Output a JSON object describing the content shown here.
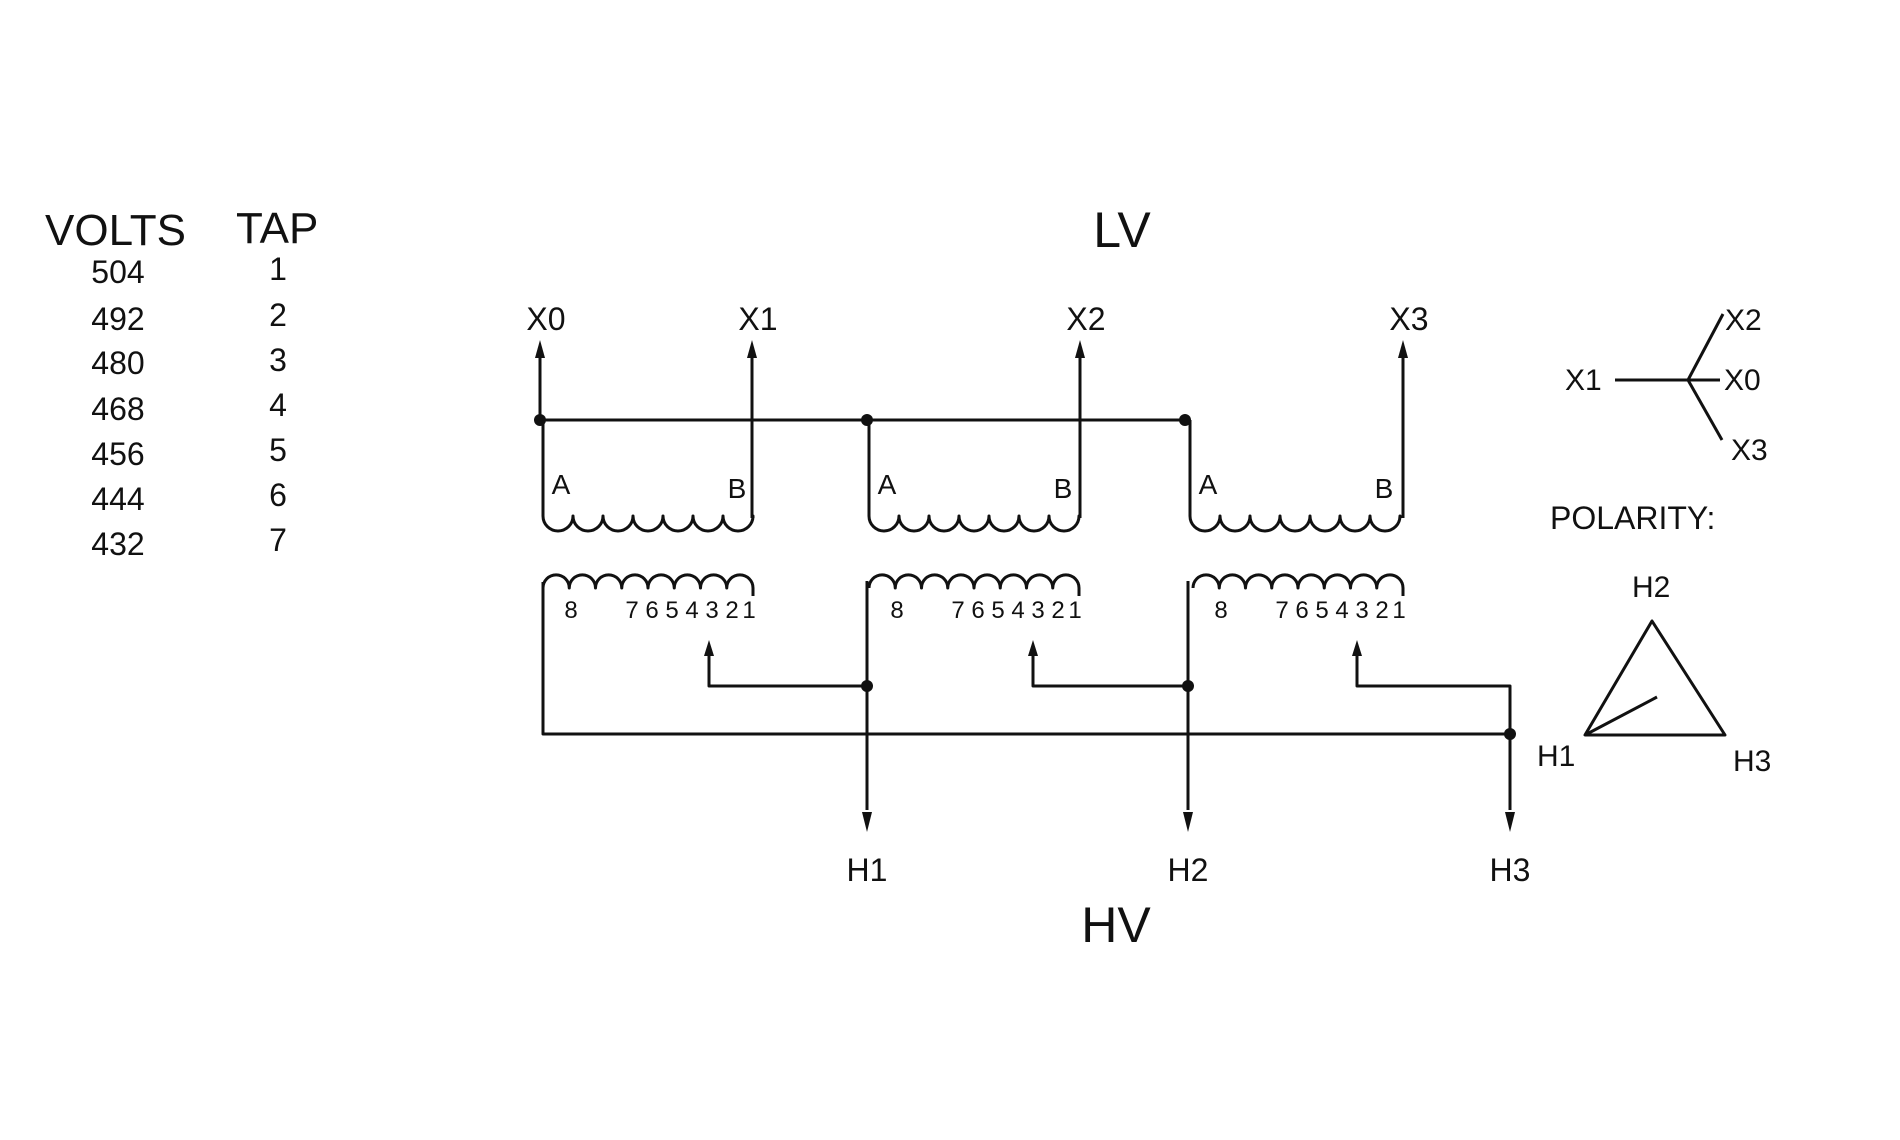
{
  "tap_table": {
    "volts_header": "VOLTS",
    "tap_header": "TAP",
    "rows": [
      {
        "volts": "504",
        "tap": "1"
      },
      {
        "volts": "492",
        "tap": "2"
      },
      {
        "volts": "480",
        "tap": "3"
      },
      {
        "volts": "468",
        "tap": "4"
      },
      {
        "volts": "456",
        "tap": "5"
      },
      {
        "volts": "444",
        "tap": "6"
      },
      {
        "volts": "432",
        "tap": "7"
      }
    ]
  },
  "diagram": {
    "lv_label": "LV",
    "hv_label": "HV",
    "lv_terminals": [
      "X0",
      "X1",
      "X2",
      "X3"
    ],
    "hv_terminals": [
      "H1",
      "H2",
      "H3"
    ],
    "coil_end_a": "A",
    "coil_end_b": "B",
    "primary_taps": [
      "8",
      "7",
      "6",
      "5",
      "4",
      "3",
      "2",
      "1"
    ]
  },
  "polarity": {
    "title": "POLARITY:",
    "wye": {
      "x1": "X1",
      "x2": "X2",
      "x0": "X0",
      "x3": "X3"
    },
    "delta": {
      "h1": "H1",
      "h2": "H2",
      "h3": "H3"
    }
  }
}
